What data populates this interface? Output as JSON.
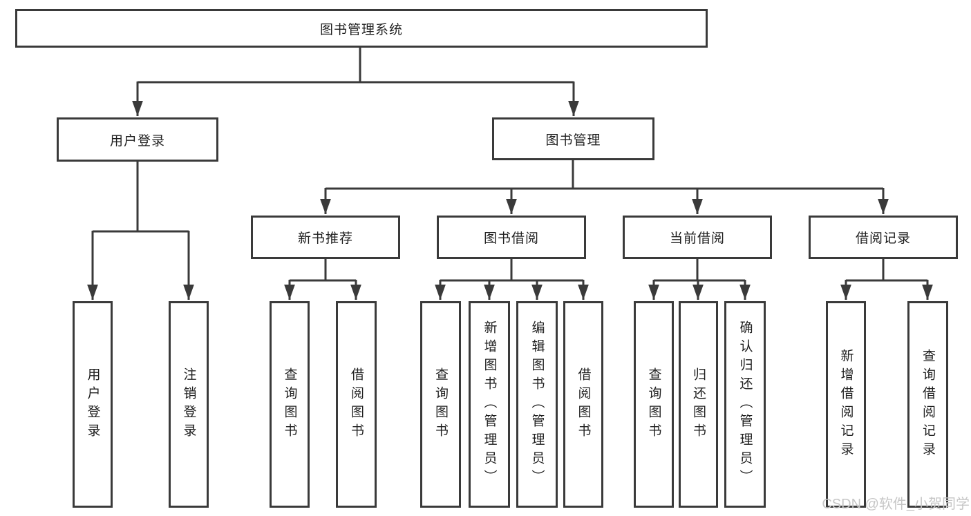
{
  "diagram": {
    "type": "hierarchy-tree",
    "colors": {
      "background": "#ffffff",
      "line": "#3a3a3a",
      "box_border": "#3a3a3a",
      "box_fill": "#ffffff",
      "text": "#1f1f1f",
      "watermark": "#c6c6c6"
    },
    "nodes": {
      "root": {
        "label": "图书管理系统"
      },
      "user_login": {
        "label": "用户登录"
      },
      "book_mgmt": {
        "label": "图书管理"
      },
      "new_book_rec": {
        "label": "新书推荐"
      },
      "book_borrow": {
        "label": "图书借阅"
      },
      "current_borrow": {
        "label": "当前借阅"
      },
      "borrow_records": {
        "label": "借阅记录"
      },
      "ul_login": {
        "label": "用户登录"
      },
      "ul_logout": {
        "label": "注销登录"
      },
      "nb_query": {
        "label": "查询图书"
      },
      "nb_borrow": {
        "label": "借阅图书"
      },
      "bb_query": {
        "label": "查询图书"
      },
      "bb_add": {
        "label": "新增图书（管理员）"
      },
      "bb_edit": {
        "label": "编辑图书（管理员）"
      },
      "bb_borrow": {
        "label": "借阅图书"
      },
      "cb_query": {
        "label": "查询图书"
      },
      "cb_return": {
        "label": "归还图书"
      },
      "cb_confirm": {
        "label": "确认归还（管理员）"
      },
      "br_add": {
        "label": "新增借阅记录"
      },
      "br_query": {
        "label": "查询借阅记录"
      }
    },
    "edges": [
      {
        "from": "root",
        "to": [
          "user_login",
          "book_mgmt"
        ]
      },
      {
        "from": "user_login",
        "to": [
          "ul_login",
          "ul_logout"
        ]
      },
      {
        "from": "book_mgmt",
        "to": [
          "new_book_rec",
          "book_borrow",
          "current_borrow",
          "borrow_records"
        ]
      },
      {
        "from": "new_book_rec",
        "to": [
          "nb_query",
          "nb_borrow"
        ]
      },
      {
        "from": "book_borrow",
        "to": [
          "bb_query",
          "bb_add",
          "bb_edit",
          "bb_borrow"
        ]
      },
      {
        "from": "current_borrow",
        "to": [
          "cb_query",
          "cb_return",
          "cb_confirm"
        ]
      },
      {
        "from": "borrow_records",
        "to": [
          "br_add",
          "br_query"
        ]
      }
    ]
  },
  "watermark": {
    "text": "CSDN @软件_小贺同学"
  }
}
